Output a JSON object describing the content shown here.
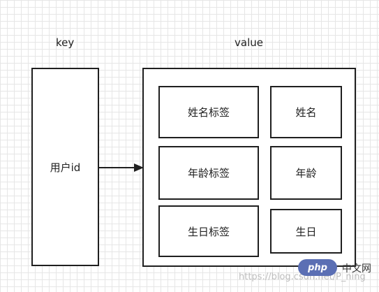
{
  "headers": {
    "key": "key",
    "value": "value"
  },
  "key_box": {
    "label": "用户id"
  },
  "value_rows": [
    {
      "tag": "姓名标签",
      "field": "姓名"
    },
    {
      "tag": "年龄标签",
      "field": "年龄"
    },
    {
      "tag": "生日标签",
      "field": "生日"
    }
  ],
  "watermark": {
    "logo": "php",
    "site": "中文网",
    "url": "https://blog.csdn.net/P_ning"
  },
  "colors": {
    "border": "#1f1f1f",
    "grid": "#e6e6e6",
    "arrow": "#1f1f1f"
  }
}
